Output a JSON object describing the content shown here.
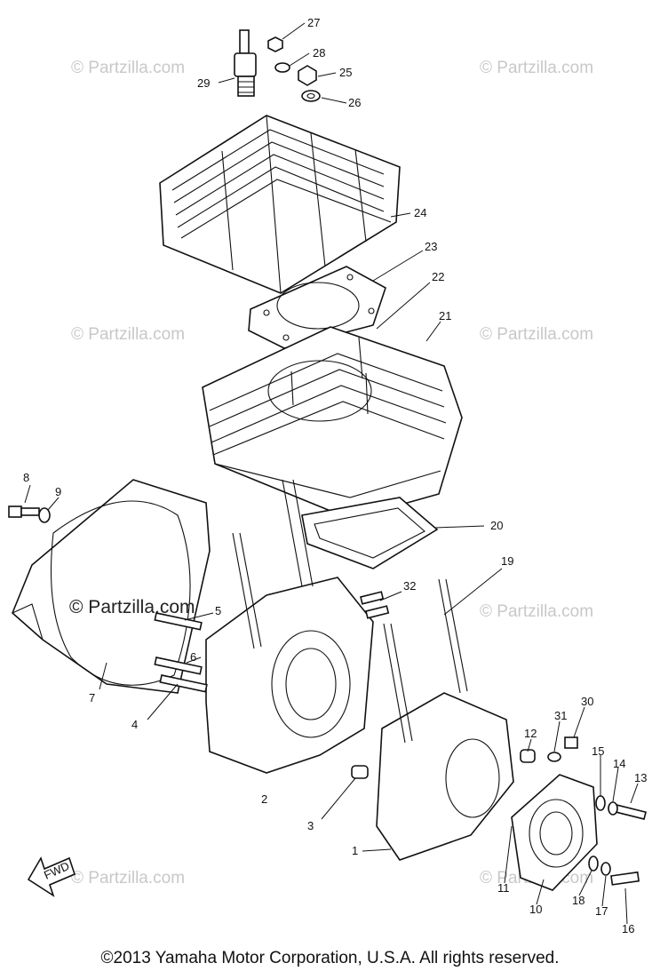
{
  "watermark": {
    "text": "© Partzilla.com",
    "center_text": "© Partzilla.com"
  },
  "fwd_label": "FWD",
  "copyright": "©2013 Yamaha Motor Corporation, U.S.A. All rights reserved.",
  "callouts": {
    "c1": "1",
    "c2": "2",
    "c3": "3",
    "c4": "4",
    "c5": "5",
    "c6": "6",
    "c7": "7",
    "c8": "8",
    "c9": "9",
    "c10": "10",
    "c11": "11",
    "c12": "12",
    "c13": "13",
    "c14": "14",
    "c15": "15",
    "c16": "16",
    "c17": "17",
    "c18": "18",
    "c19": "19",
    "c20": "20",
    "c21": "21",
    "c22": "22",
    "c23": "23",
    "c24": "24",
    "c25": "25",
    "c26": "26",
    "c27": "27",
    "c28": "28",
    "c29": "29",
    "c30": "30",
    "c31": "31",
    "c32": "32"
  }
}
